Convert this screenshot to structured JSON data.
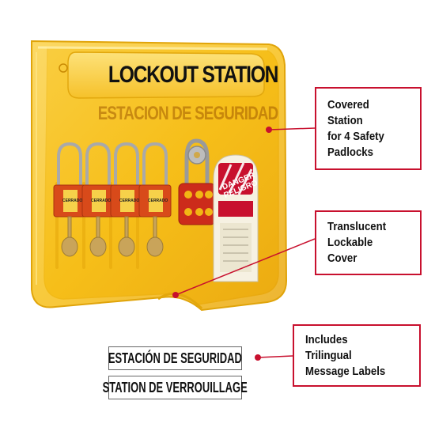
{
  "board": {
    "header_title": "LOCKOUT STATION",
    "header_subtitle": "ESTACION DE SEGURIDAD"
  },
  "padlocks": {
    "count": 4,
    "label_text": "CERRADO",
    "color": "#d84a1a"
  },
  "hasp": {
    "color": "#cc2b1b"
  },
  "tag": {
    "title_line1": "DANGER",
    "title_line2": "PELIGRO"
  },
  "callouts": [
    {
      "text": "Covered Station\nfor 4 Safety\nPadlocks"
    },
    {
      "text": "Translucent\nLockable Cover"
    },
    {
      "text": "Includes Trilingual\nMessage Labels"
    }
  ],
  "message_labels": [
    {
      "text": "ESTACIÓN DE SEGURIDAD"
    },
    {
      "text": "STATION DE VERROUILLAGE"
    }
  ],
  "colors": {
    "cover": "#f7c51e",
    "callout_border": "#c8102e",
    "leader_line": "#c8102e"
  }
}
